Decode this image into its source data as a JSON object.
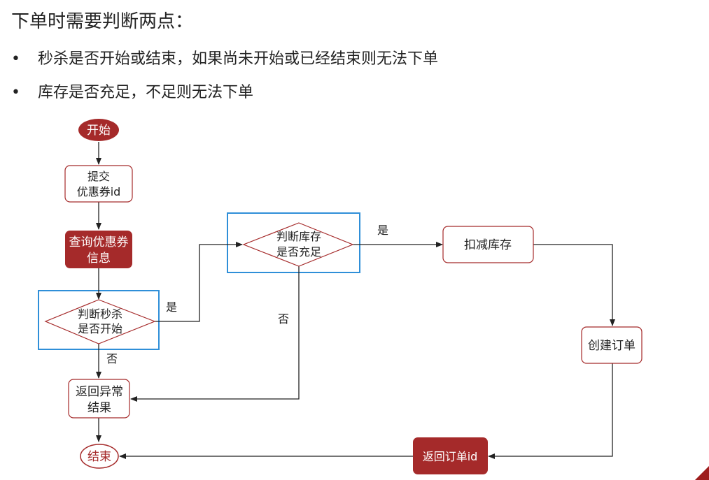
{
  "title": "下单时需要判断两点：",
  "bullets": [
    "秒杀是否开始或结束，如果尚未开始或已经结束则无法下单",
    "库存是否充足，不足则无法下单"
  ],
  "bullet_marker": "•",
  "nodes": {
    "start": "开始",
    "submit": [
      "提交",
      "优惠券id"
    ],
    "query": [
      "查询优惠券",
      "信息"
    ],
    "judge_start": [
      "判断秒杀",
      "是否开始"
    ],
    "judge_stock": [
      "判断库存",
      "是否充足"
    ],
    "deduct": "扣减库存",
    "create_order": "创建订单",
    "return_error": [
      "返回异常",
      "结果"
    ],
    "return_order": "返回订单id",
    "end": "结束"
  },
  "edge_labels": {
    "start_yes": "是",
    "start_no": "否",
    "stock_yes": "是",
    "stock_no": "否"
  },
  "colors": {
    "accent": "#a52a2a",
    "highlight": "#2f8fd8",
    "line": "#222222"
  }
}
